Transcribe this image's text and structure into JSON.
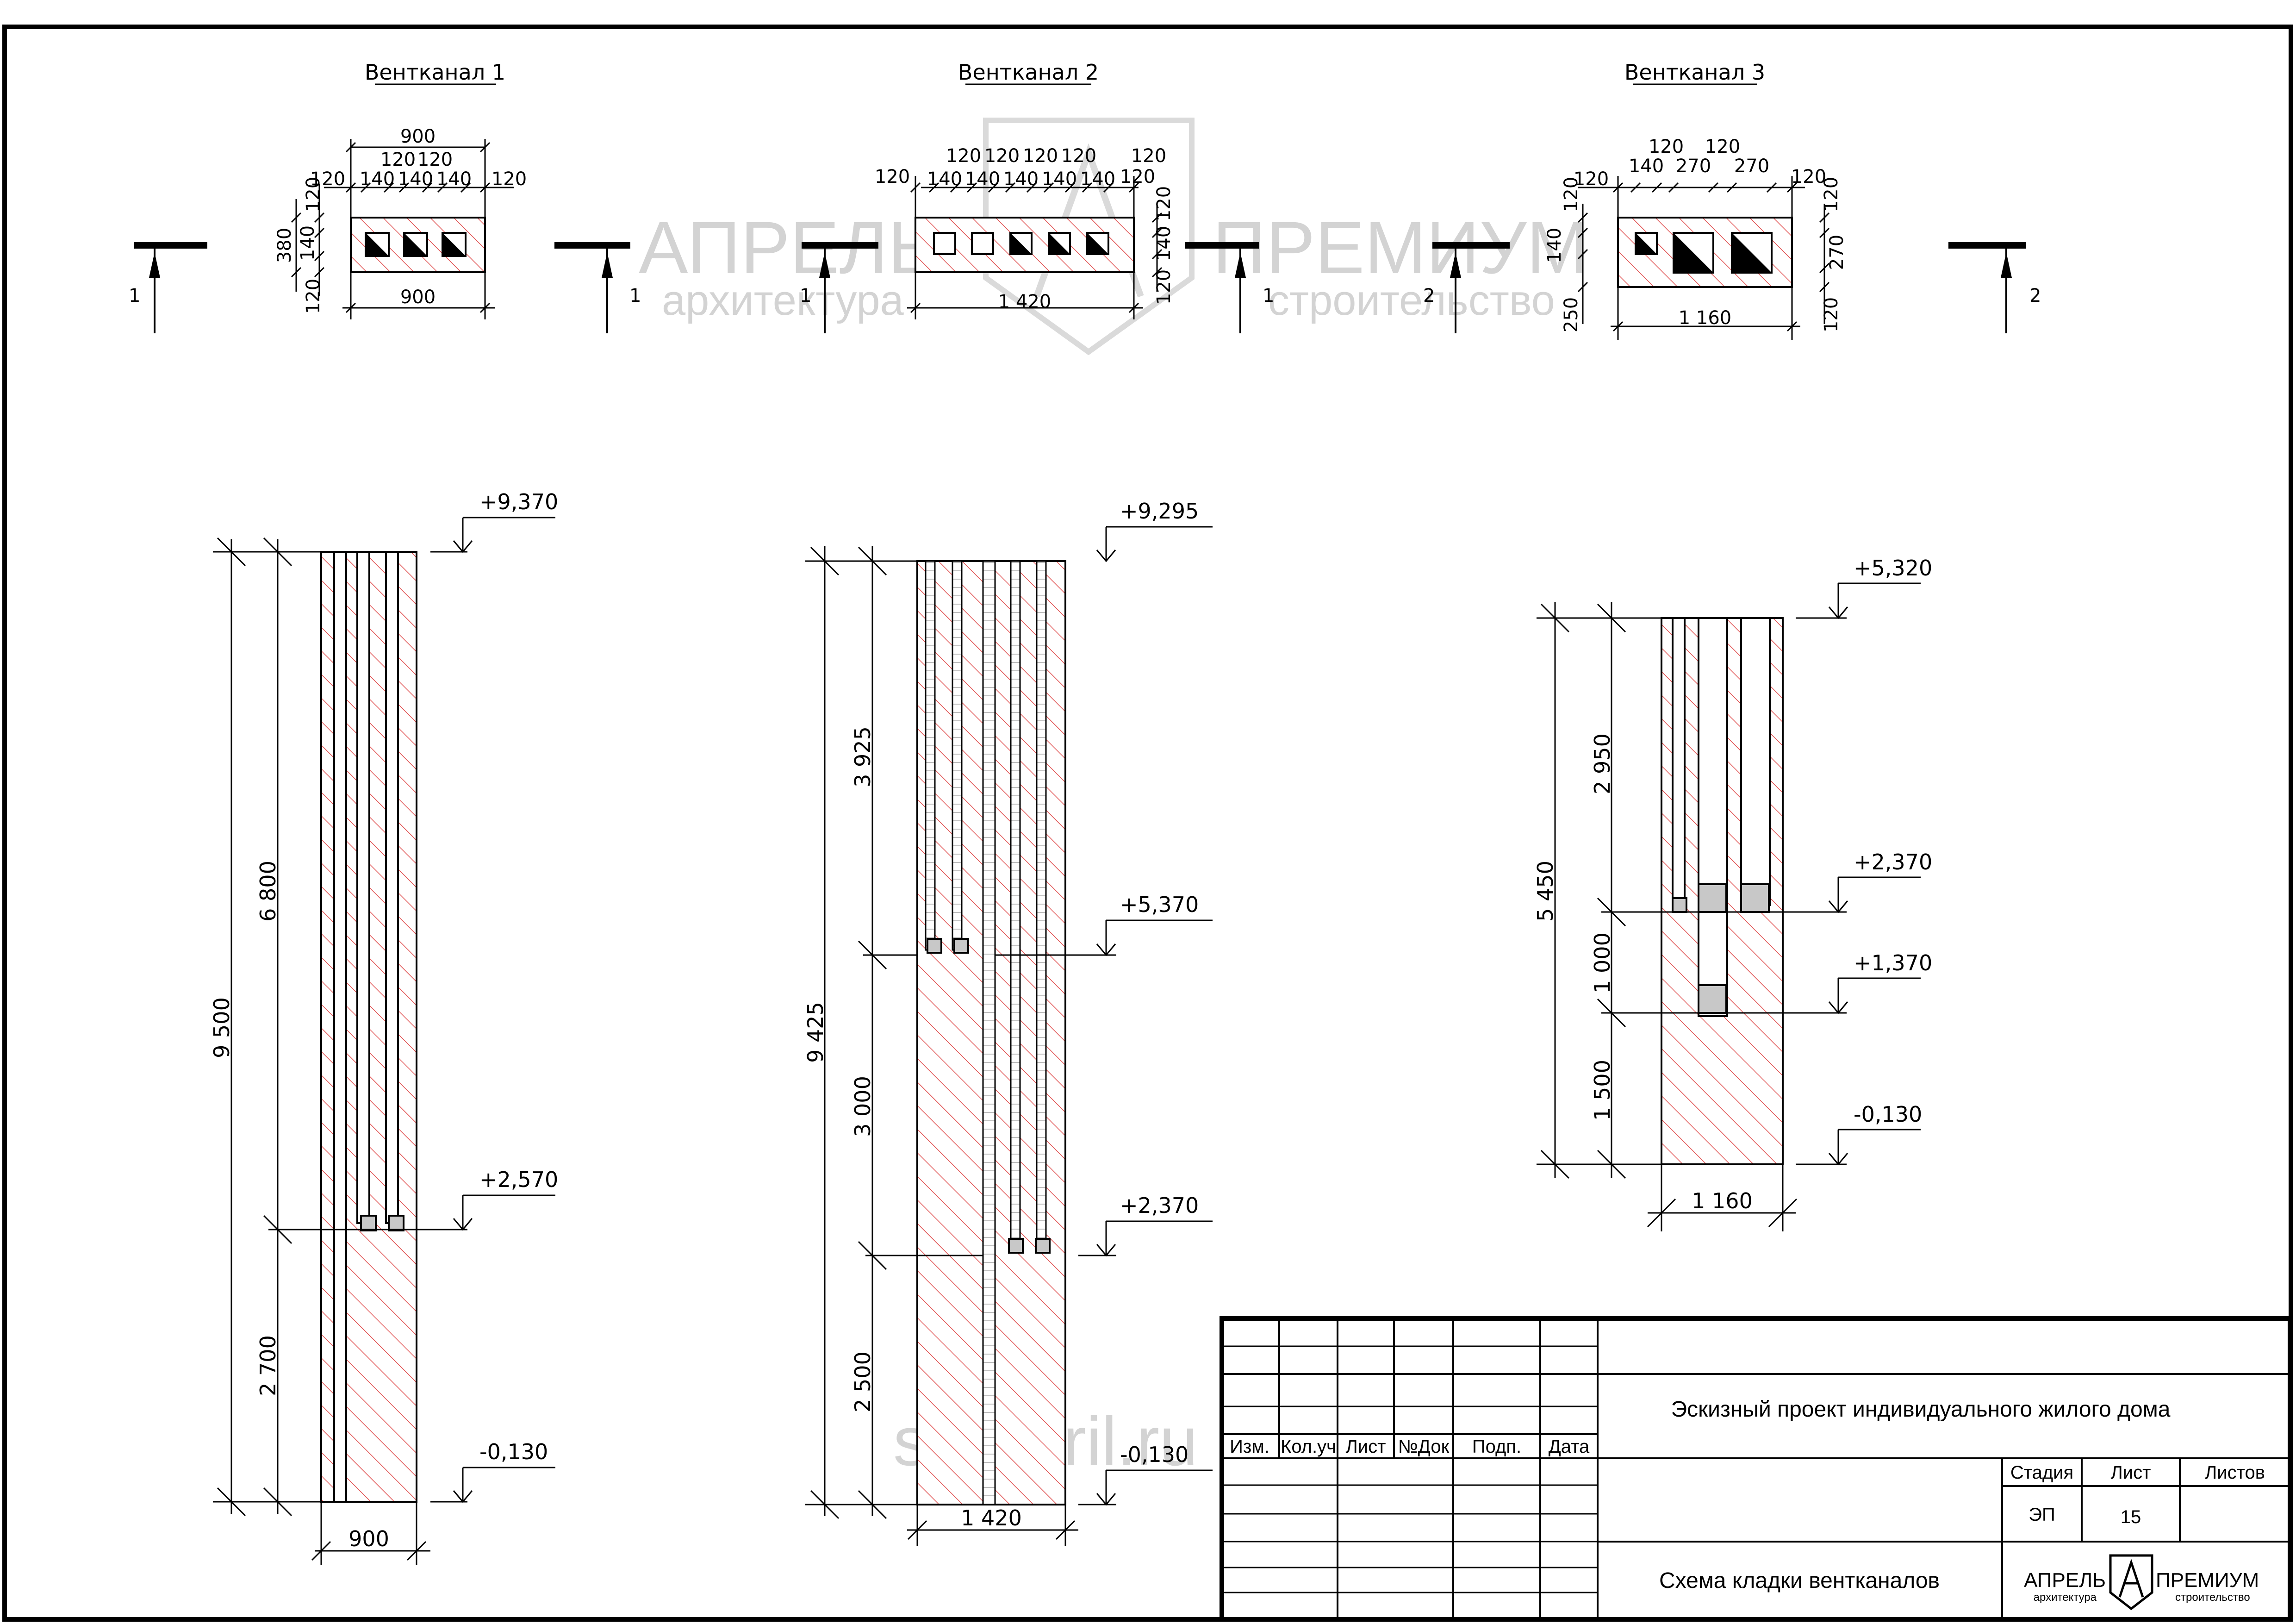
{
  "title_block": {
    "project_name": "Эскизный проект индивидуального жилого дома",
    "sheet_name": "Схема кладки вентканалов",
    "columns": [
      "Изм.",
      "Кол.уч",
      "Лист",
      "№Док",
      "Подп.",
      "Дата"
    ],
    "stage_label": "Стадия",
    "sheet_label": "Лист",
    "sheets_label": "Листов",
    "stage_value": "ЭП",
    "sheet_value": "15",
    "sheets_value": ""
  },
  "logo": {
    "left_word": "АПРЕЛЬ",
    "left_sub": "архитектура",
    "right_word": "ПРЕМИУМ",
    "right_sub": "строительство"
  },
  "watermark": {
    "word1": "АПРЕЛЬ",
    "word2": "ПРЕМИУМ",
    "sub1": "архитектура",
    "sub2": "строительство",
    "site": "sk-april.ru"
  },
  "plans": [
    {
      "title": "Вентканал 1",
      "dims_top": [
        "900",
        "120",
        "120",
        "120",
        "140",
        "140",
        "140",
        "120"
      ],
      "dims_left": [
        "380",
        "120",
        "140",
        "120"
      ],
      "dim_bottom": "900",
      "section_marks": [
        "1",
        "1"
      ]
    },
    {
      "title": "Вентканал 2",
      "dims_top": [
        "120",
        "120",
        "120",
        "120",
        "120",
        "140",
        "140",
        "140",
        "140",
        "140",
        "120",
        "120"
      ],
      "dims_right": [
        "120",
        "140",
        "120"
      ],
      "dim_bottom": "1 420",
      "section_marks": [
        "1",
        "1"
      ]
    },
    {
      "title": "Вентканал 3",
      "dims_top": [
        "120",
        "120",
        "120",
        "140",
        "270",
        "270",
        "120"
      ],
      "dims_left": [
        "120",
        "140",
        "250"
      ],
      "dims_right": [
        "120",
        "270",
        "120"
      ],
      "dim_bottom": "1 160",
      "section_marks": [
        "2",
        "2"
      ]
    }
  ],
  "elevations": [
    {
      "levels": [
        "+9,370",
        "+2,570",
        "-0,130"
      ],
      "dims": [
        "9 500",
        "6 800",
        "2 700"
      ],
      "width": "900"
    },
    {
      "levels": [
        "+9,295",
        "+5,370",
        "+2,370",
        "-0,130"
      ],
      "dims": [
        "9 425",
        "3 925",
        "3 000",
        "2 500"
      ],
      "width": "1 420"
    },
    {
      "levels": [
        "+5,320",
        "+2,370",
        "+1,370",
        "-0,130"
      ],
      "dims": [
        "5 450",
        "2 950",
        "1 000",
        "1 500"
      ],
      "width": "1 160"
    }
  ]
}
